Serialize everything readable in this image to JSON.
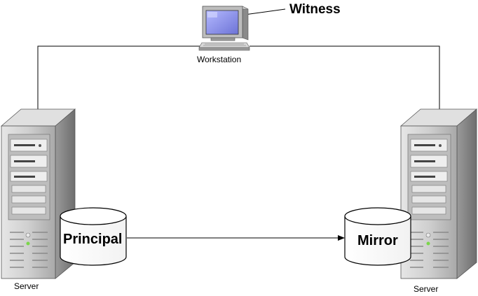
{
  "labels": {
    "witness_role": "Witness",
    "workstation": "Workstation",
    "principal_db": "Principal",
    "mirror_db": "Mirror",
    "server_left": "Server",
    "server_right": "Server"
  },
  "icons": {
    "workstation": "workstation-computer-icon",
    "server_left": "tower-server-icon",
    "server_right": "tower-server-icon",
    "database_principal": "database-cylinder-icon",
    "database_mirror": "database-cylinder-icon"
  },
  "colors": {
    "line": "#000000",
    "server_body": "#c8c8c8",
    "screen": "#8c92e6"
  }
}
